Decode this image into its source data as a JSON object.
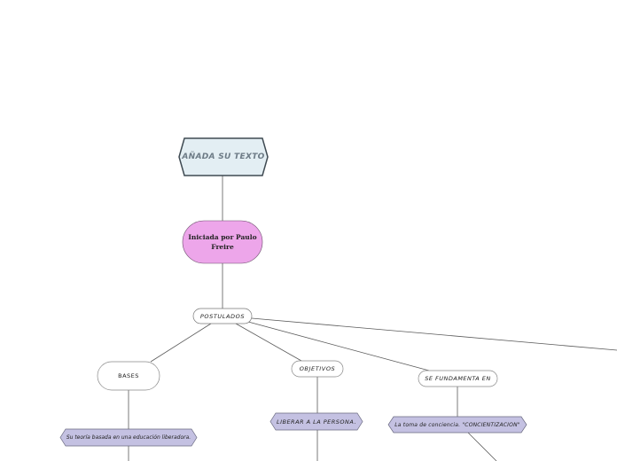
{
  "nodes": {
    "root": {
      "label": "AÑADA SU TEXTO"
    },
    "initiated": {
      "label": "Iniciada por Paulo Freire"
    },
    "postulados": {
      "label": "POSTULADOS"
    },
    "bases": {
      "label": "BASES"
    },
    "objetivos": {
      "label": "OBJETIVOS"
    },
    "fundamenta": {
      "label": "SE FUNDAMENTA EN"
    },
    "liberar": {
      "label": "LIBERAR A LA PERSONA."
    },
    "concientizacion": {
      "label": "La toma de conciencia. \"CONCIENTIZACION\""
    },
    "teoria": {
      "label": "Su teoría basada en una educación liberadora."
    }
  },
  "colors": {
    "root_fill": "#e3eef3",
    "root_stroke": "#3f4a52",
    "paulo_fill": "#eda6ea",
    "hexagon_fill": "#c4c1e2",
    "line": "#5a5a5a"
  }
}
